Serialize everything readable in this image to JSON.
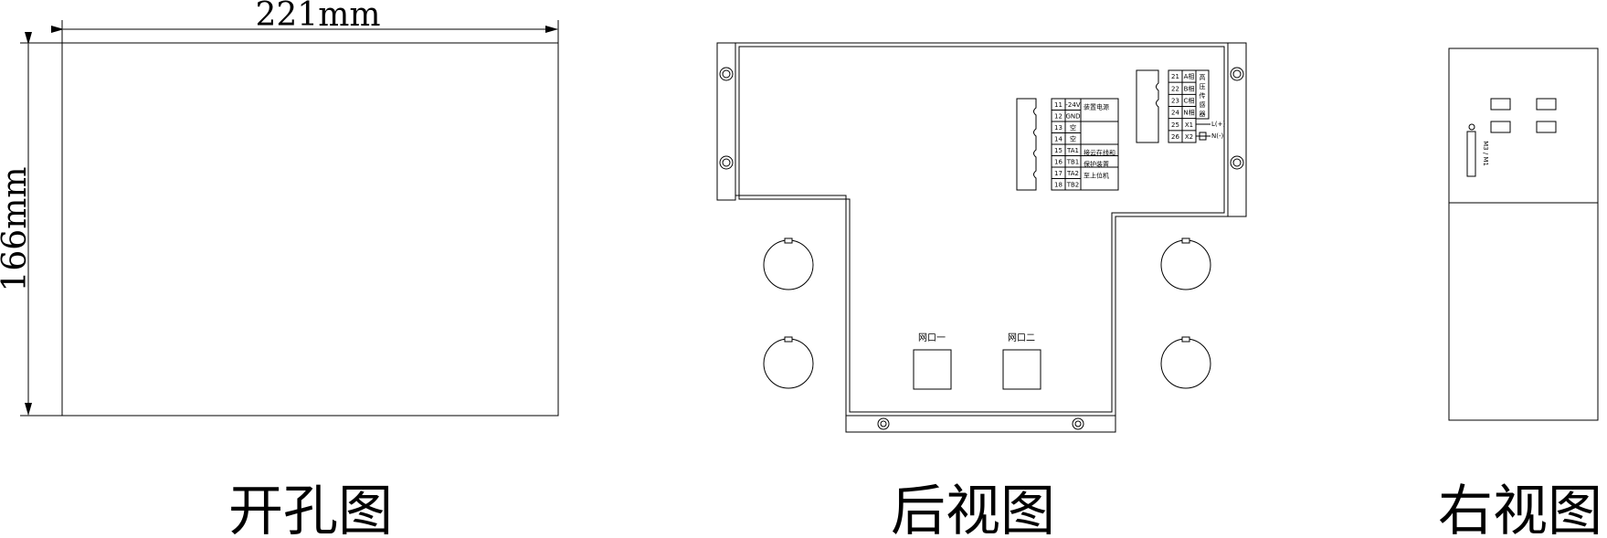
{
  "cutout": {
    "width_label": "221mm",
    "height_label": "166mm",
    "caption": "开孔图"
  },
  "rear": {
    "caption": "后视图",
    "port1_label": "网口一",
    "port2_label": "网口二",
    "terminal_block_1": [
      {
        "no": "11",
        "sig": "-24V",
        "desc": "装置电源"
      },
      {
        "no": "12",
        "sig": "GND",
        "desc": ""
      },
      {
        "no": "13",
        "sig": "空",
        "desc": ""
      },
      {
        "no": "14",
        "sig": "空",
        "desc": ""
      },
      {
        "no": "15",
        "sig": "TA1",
        "desc": "接云在线和"
      },
      {
        "no": "16",
        "sig": "TB1",
        "desc": "保护装置"
      },
      {
        "no": "17",
        "sig": "TA2",
        "desc": "至上位机"
      },
      {
        "no": "18",
        "sig": "TB2",
        "desc": ""
      }
    ],
    "terminal_block_2": [
      {
        "no": "21",
        "sig": "A相"
      },
      {
        "no": "22",
        "sig": "B相"
      },
      {
        "no": "23",
        "sig": "C相"
      },
      {
        "no": "24",
        "sig": "N相"
      },
      {
        "no": "25",
        "sig": "X1"
      },
      {
        "no": "26",
        "sig": "X2"
      }
    ],
    "sensor_label": "高压传感器",
    "l_label": "L(+)",
    "n_label": "N(-)"
  },
  "side": {
    "caption": "右视图",
    "vertical_text": "M3 / M1"
  }
}
